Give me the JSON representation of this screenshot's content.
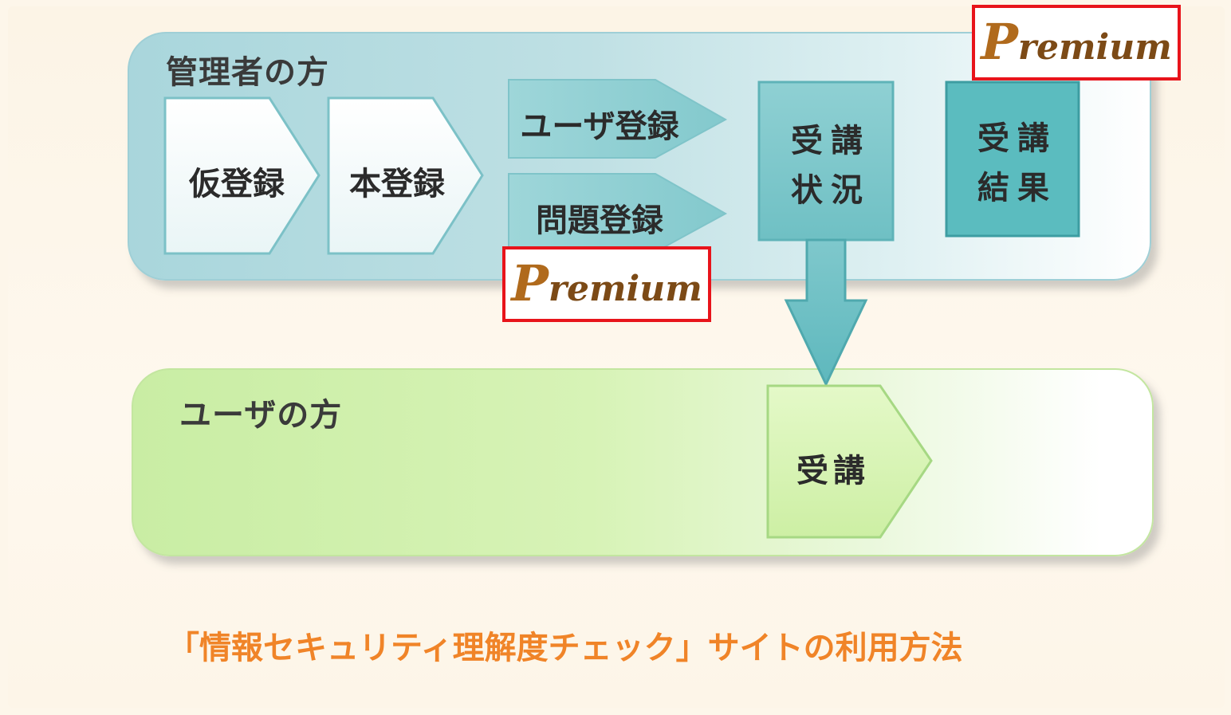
{
  "admin_section": {
    "title": "管理者の方",
    "steps": {
      "provisional_registration": "仮登録",
      "full_registration": "本登録",
      "user_registration": "ユーザ登録",
      "question_registration": "問題登録",
      "attendance_status_line1": "受講",
      "attendance_status_line2": "状況",
      "attendance_result_line1": "受講",
      "attendance_result_line2": "結果"
    }
  },
  "user_section": {
    "title": "ユーザの方",
    "step_attend": "受講"
  },
  "badges": {
    "premium_top": {
      "initial": "P",
      "rest": "remium"
    },
    "premium_mid": {
      "initial": "P",
      "rest": "remium"
    }
  },
  "caption": "「情報セキュリティ理解度チェック」サイトの利用方法",
  "colors": {
    "admin_panel": "#a9d6dc",
    "user_panel": "#c9eda4",
    "teal_box": "#6fc2c6",
    "teal_dark": "#4fb3b8",
    "badge_border": "#e8141b",
    "caption": "#f08428"
  }
}
